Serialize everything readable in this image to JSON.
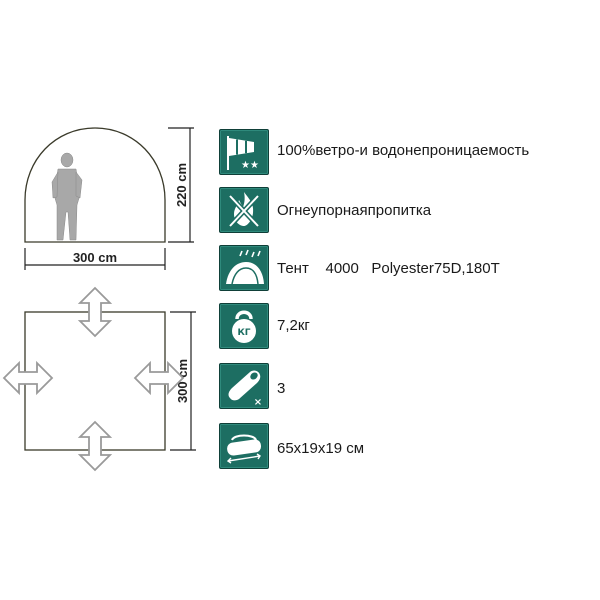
{
  "diagram": {
    "tent_width": "300 cm",
    "tent_height": "220 cm",
    "floor_side": "300 cm"
  },
  "specs": [
    {
      "icon": "windsock-icon",
      "text": "100%ветро-и водонепроницаемость"
    },
    {
      "icon": "fire-crossed-icon",
      "text": "Огнеупорнаяпропитка"
    },
    {
      "icon": "tent-rain-icon",
      "text": "Тент    4000   Polyester75D,180T"
    },
    {
      "icon": "kettlebell-icon",
      "text": "7,2кг"
    },
    {
      "icon": "sleeping-bag-icon",
      "text": "3"
    },
    {
      "icon": "tent-bag-icon",
      "text": "65x19x19 см"
    }
  ],
  "colors": {
    "icon_bg": "#1d6e62",
    "icon_border": "#0f3f38",
    "outline": "#3a3a2a",
    "arrow": "#9a9a9a"
  },
  "icon_labels": {
    "kettlebell": "КГ"
  }
}
